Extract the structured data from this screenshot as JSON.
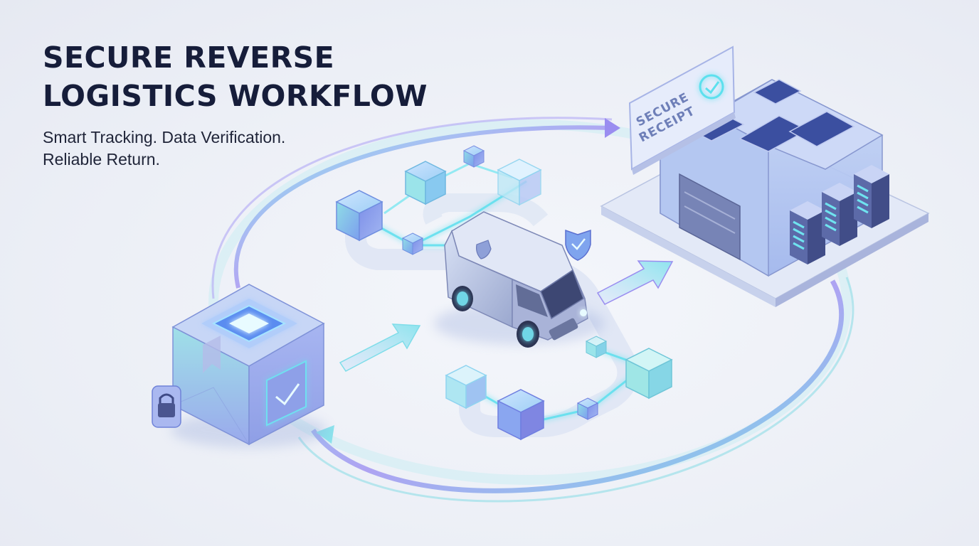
{
  "title": "SECURE REVERSE\nLOGISTICS WORKFLOW",
  "subtitle": "Smart Tracking. Data Verification.\nReliable Return.",
  "sign": {
    "line1": "SECURE",
    "line2": "RECEIPT"
  },
  "icons": {
    "package": "package-box-icon",
    "lock": "padlock-icon",
    "verify": "checkmark-scan-icon",
    "shield": "shield-check-icon",
    "receipt_check": "check-circle-icon"
  },
  "colors": {
    "title": "#161d3a",
    "cyan_accent": "#4fd6e8",
    "violet_accent": "#9a8df0",
    "glass_blue": "#8fb4ef"
  }
}
